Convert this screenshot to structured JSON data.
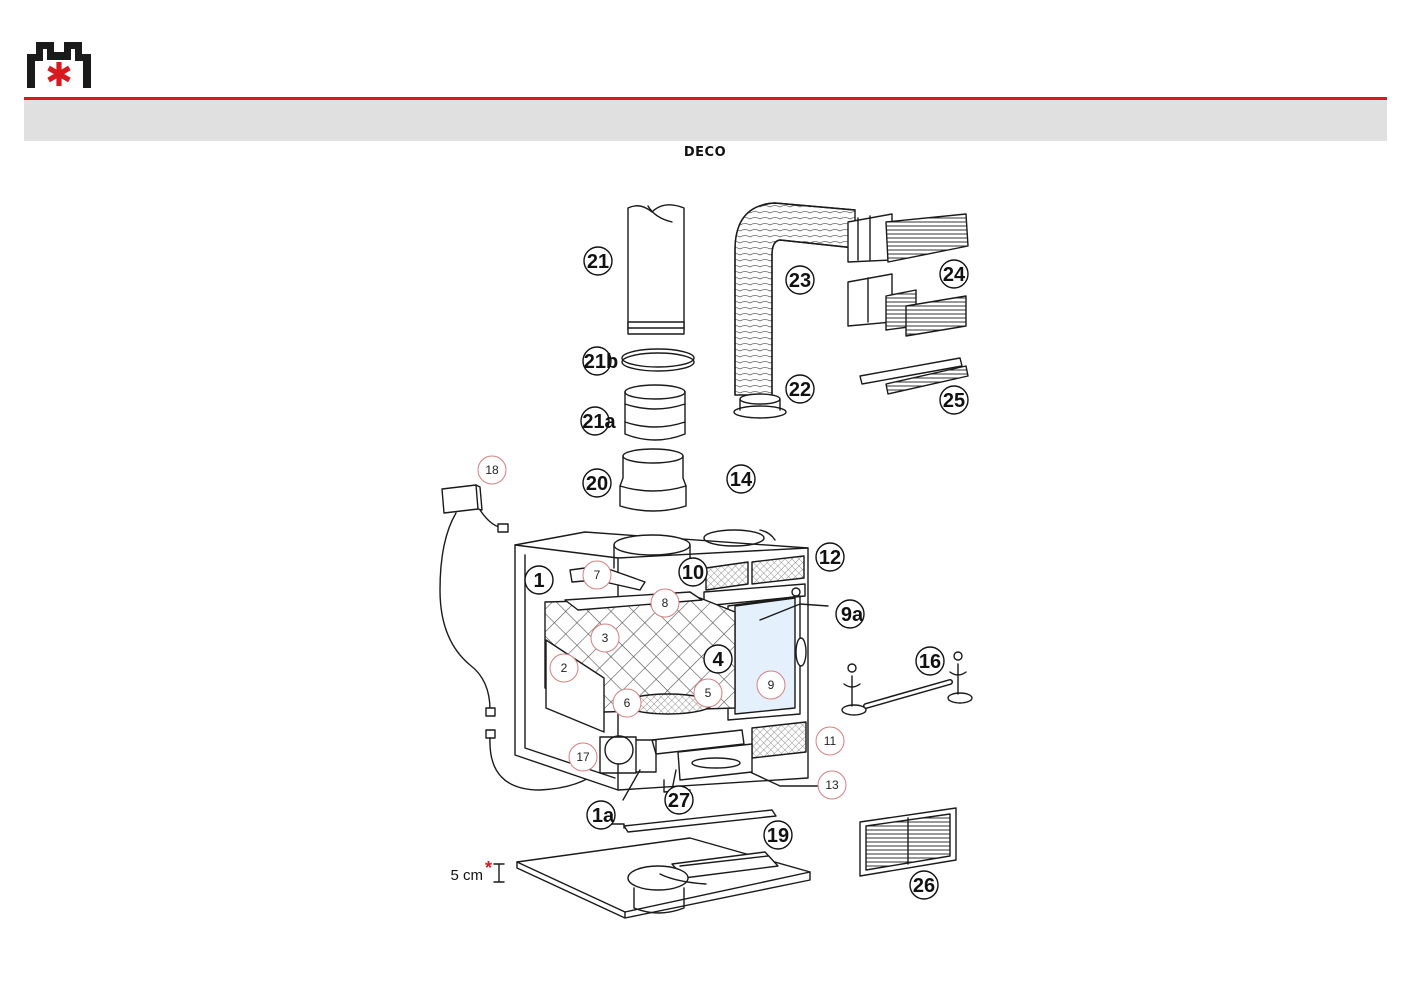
{
  "header": {
    "model_title": "DECO",
    "brand_color": "#d71920",
    "band_color": "#e0e0e0",
    "logo_icon": "brand-logo-icon"
  },
  "diagram": {
    "callouts": {
      "c1": "1",
      "c1a": "1a",
      "c2": "2",
      "c3": "3",
      "c4": "4",
      "c5": "5",
      "c6": "6",
      "c7": "7",
      "c8": "8",
      "c9": "9",
      "c9a": "9a",
      "c10": "10",
      "c11": "11",
      "c12": "12",
      "c13": "13",
      "c14": "14",
      "c16": "16",
      "c17": "17",
      "c18": "18",
      "c19": "19",
      "c20": "20",
      "c21": "21",
      "c21a": "21a",
      "c21b": "21b",
      "c22": "22",
      "c23": "23",
      "c24": "24",
      "c25": "25",
      "c26": "26",
      "c27": "27"
    },
    "dimension": {
      "value": "5 cm",
      "marker": "*",
      "marker_color": "#d71920"
    }
  }
}
